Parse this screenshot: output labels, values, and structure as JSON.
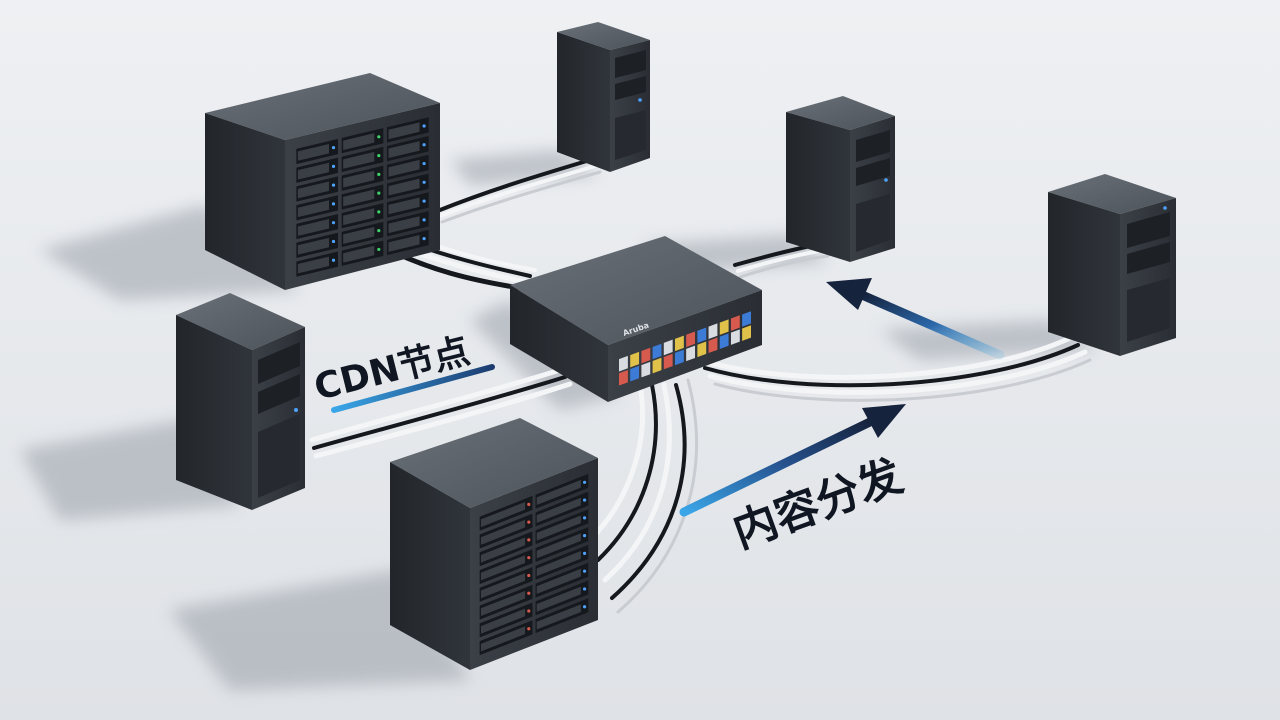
{
  "labels": {
    "cdn_node": "CDN节点",
    "content_distribution": "内容分发"
  },
  "switch": {
    "brand": "Aruba"
  },
  "colors": {
    "background": "#e9ebee",
    "server_body": "#2f343b",
    "server_top": "#5a6068",
    "server_side": "#1f2328",
    "cable_white": "#f4f5f7",
    "cable_black": "#15181c",
    "cable_blue": "#3c7bd6",
    "accent_blue": "#3aa6e8",
    "arrow_dark": "#16233d",
    "led_blue": "#4da3ff",
    "led_green": "#3fd26b",
    "text_dark": "#111722"
  }
}
